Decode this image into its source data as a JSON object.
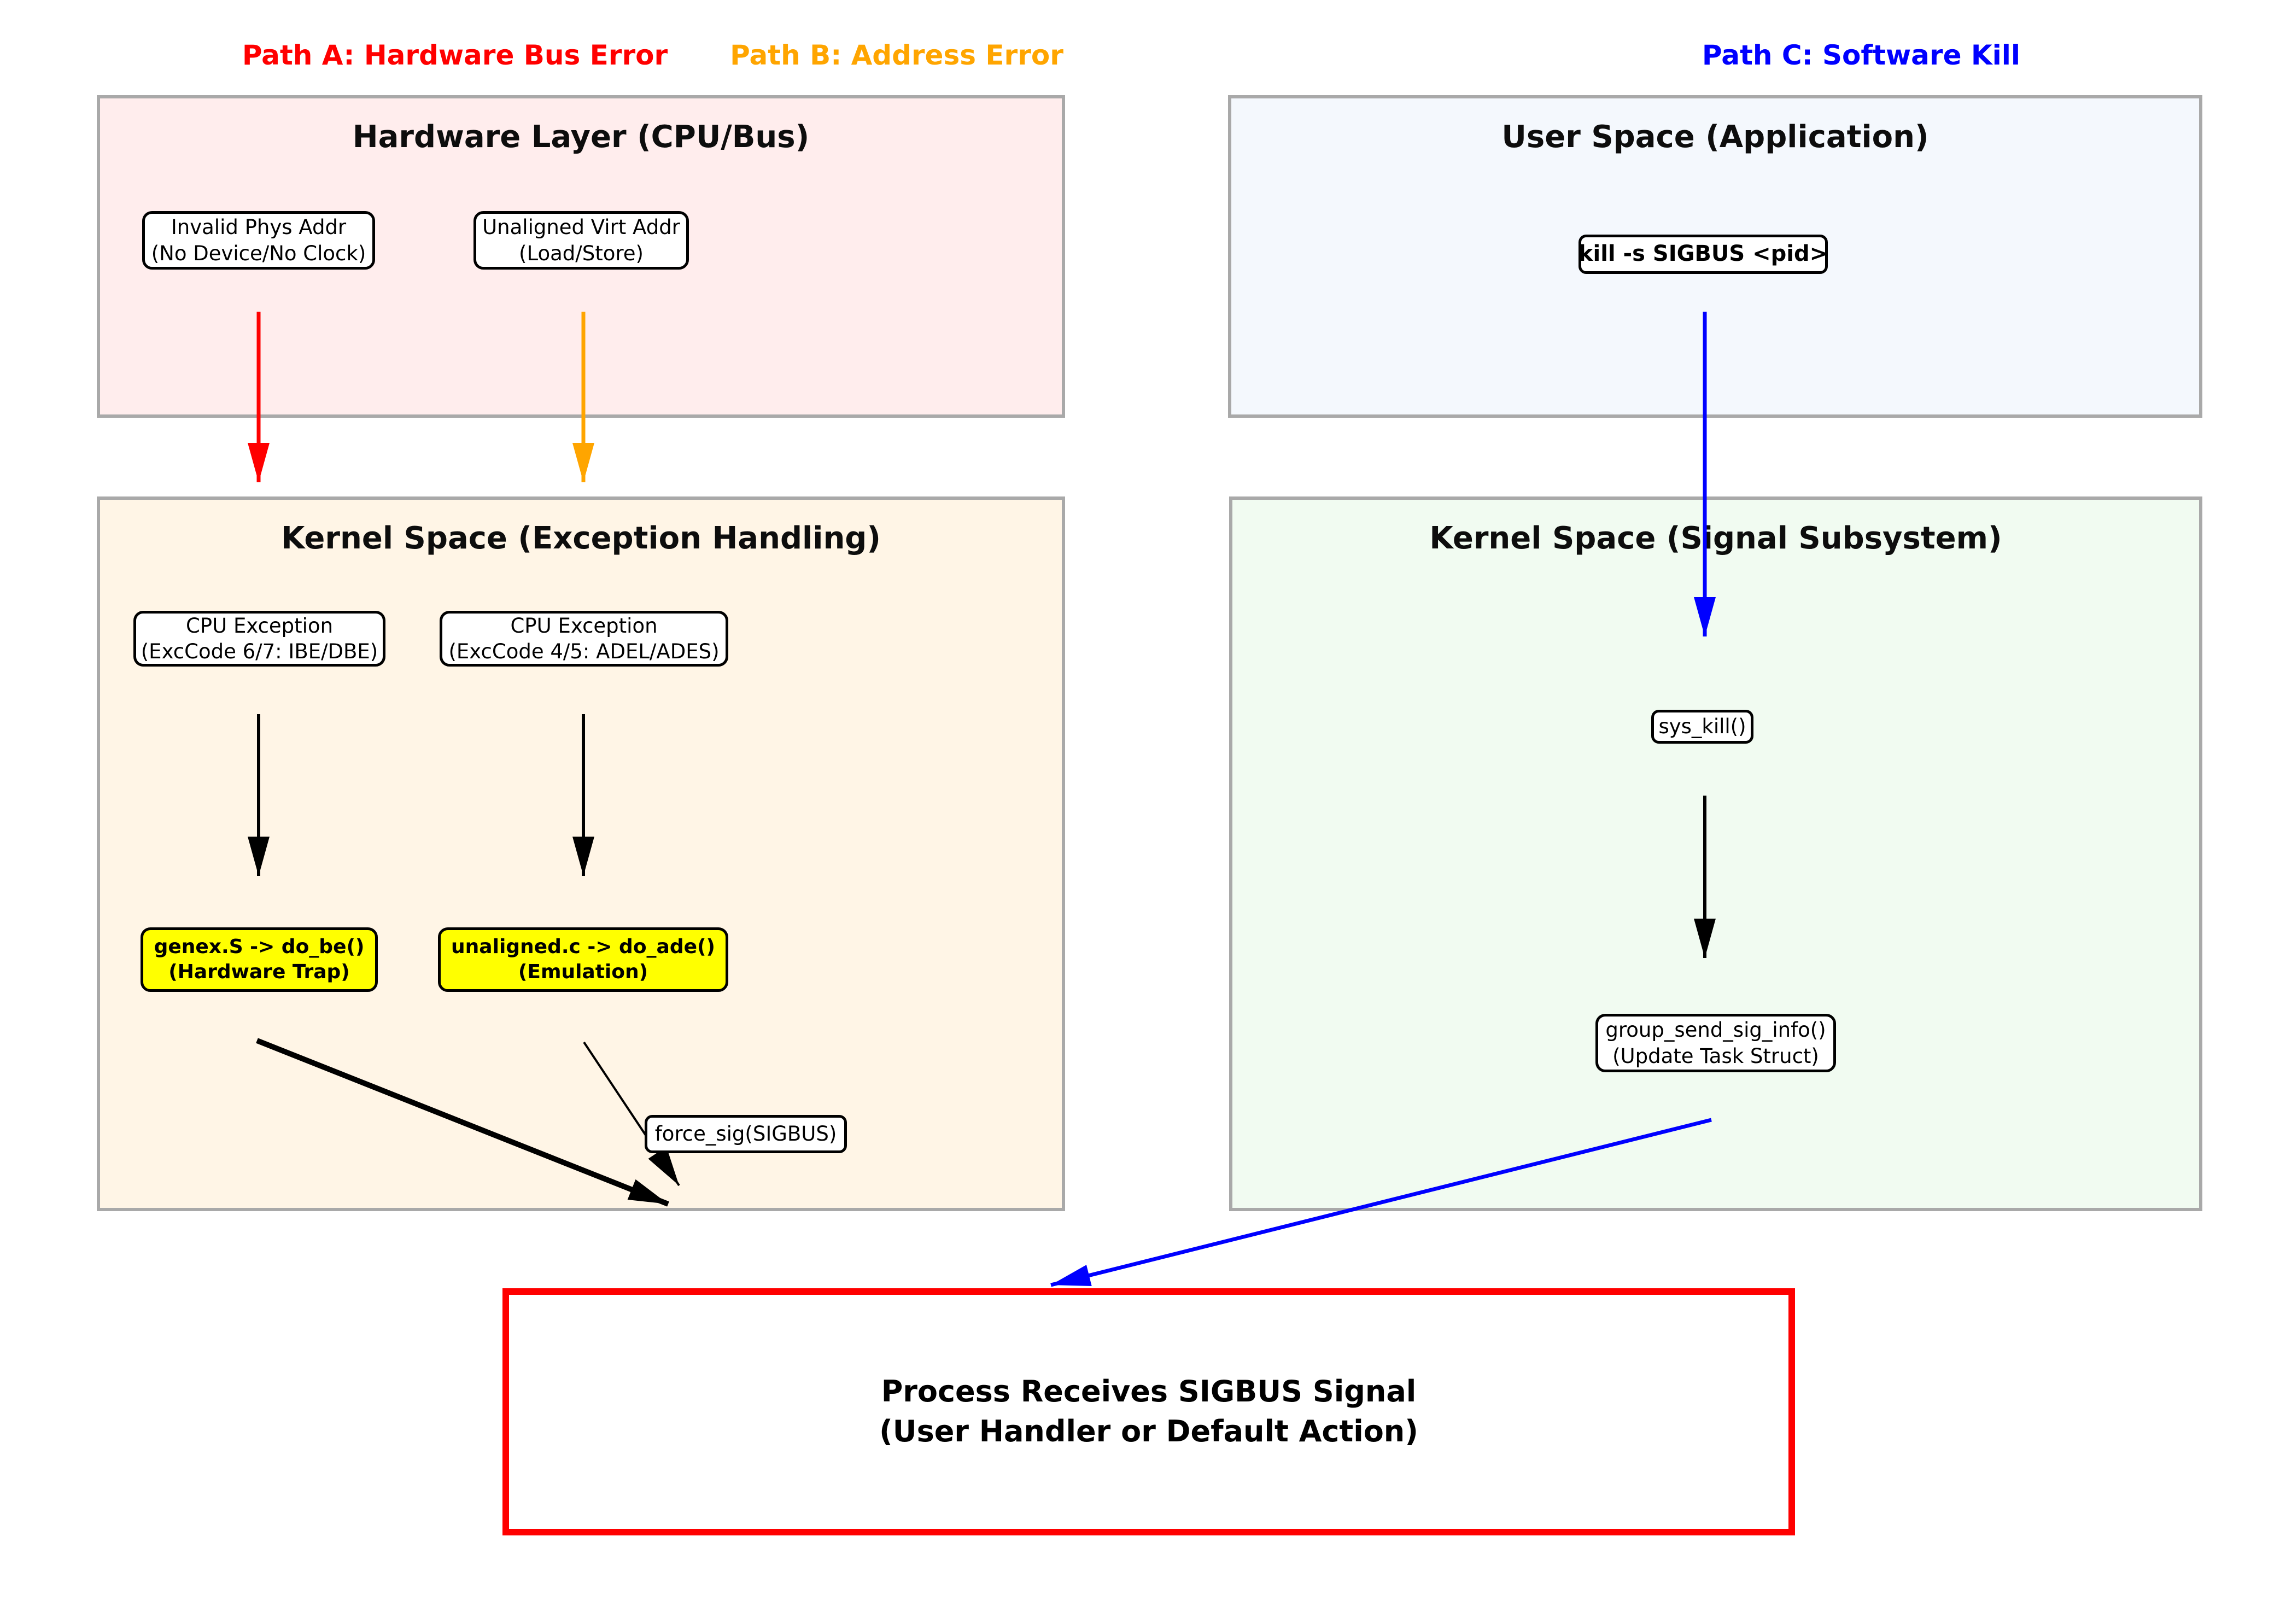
{
  "path_labels": {
    "a": {
      "label": "Path A: Hardware Bus Error",
      "color": "#ff0000"
    },
    "b": {
      "label": "Path B: Address Error",
      "color": "#ffa500"
    },
    "c": {
      "label": "Path C: Software Kill",
      "color": "#0000ff"
    }
  },
  "panels": {
    "hardware": {
      "title": "Hardware Layer (CPU/Bus)",
      "bg": "#ffeded"
    },
    "user_space": {
      "title": "User Space (Application)",
      "bg": "#f4f8fd"
    },
    "kernel_exception": {
      "title": "Kernel Space (Exception Handling)",
      "bg": "#fff5e6"
    },
    "kernel_signal": {
      "title": "Kernel Space (Signal Subsystem)",
      "bg": "#f1fbf1"
    }
  },
  "nodes": {
    "invalid_phys": {
      "line1": "Invalid Phys Addr",
      "line2": "(No Device/No Clock)"
    },
    "unaligned_virt": {
      "line1": "Unaligned Virt Addr",
      "line2": "(Load/Store)"
    },
    "kill_cmd": {
      "line1": "kill -s SIGBUS <pid>"
    },
    "cpu_exc_67": {
      "line1": "CPU Exception",
      "line2": "(ExcCode 6/7: IBE/DBE)"
    },
    "cpu_exc_45": {
      "line1": "CPU Exception",
      "line2": "(ExcCode 4/5: ADEL/ADES)"
    },
    "genex_do_be": {
      "line1": "genex.S -> do_be()",
      "line2": "(Hardware Trap)",
      "highlight": "#ffff00"
    },
    "unaligned_do_ade": {
      "line1": "unaligned.c -> do_ade()",
      "line2": "(Emulation)",
      "highlight": "#ffff00"
    },
    "force_sig": {
      "line1": "force_sig(SIGBUS)"
    },
    "sys_kill": {
      "line1": "sys_kill()"
    },
    "group_send_sig_info": {
      "line1": "group_send_sig_info()",
      "line2": "(Update Task Struct)"
    }
  },
  "result_box": {
    "line1": "Process Receives SIGBUS Signal",
    "line2": "(User Handler or Default Action)",
    "border_color": "#ff0000"
  },
  "arrows": [
    {
      "name": "invalid-phys-to-kernel",
      "color": "#ff0000"
    },
    {
      "name": "unaligned-virt-to-kernel",
      "color": "#ffa500"
    },
    {
      "name": "kill-cmd-to-sys-kill",
      "color": "#0000ff"
    },
    {
      "name": "cpu-exc-67-to-genex",
      "color": "#000000"
    },
    {
      "name": "cpu-exc-45-to-unaligned",
      "color": "#000000"
    },
    {
      "name": "genex-to-force-sig",
      "color": "#000000"
    },
    {
      "name": "unaligned-to-force-sig",
      "color": "#000000"
    },
    {
      "name": "sys-kill-to-group-send",
      "color": "#000000"
    },
    {
      "name": "group-send-to-process",
      "color": "#0000ff"
    }
  ],
  "colors": {
    "panel_border": "#a9a9a9",
    "node_border": "#000000",
    "node_highlight": "#ffff00",
    "result_border": "#ff0000"
  }
}
